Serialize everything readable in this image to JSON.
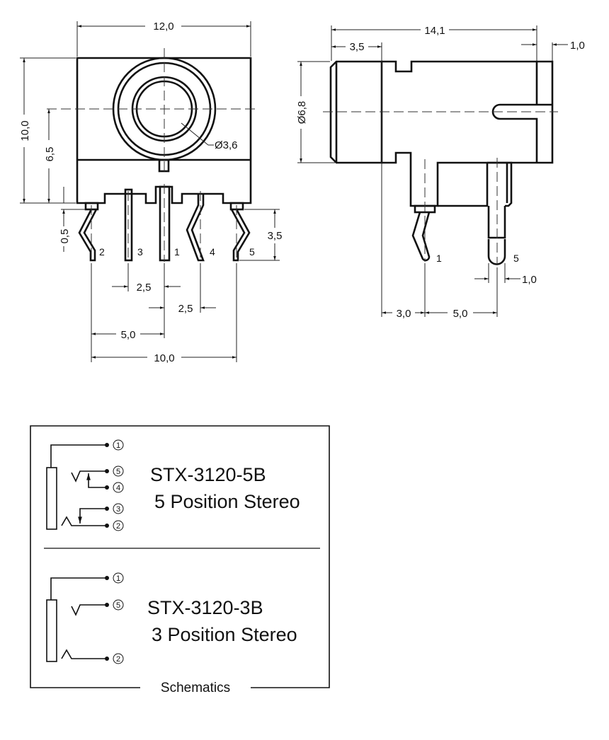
{
  "front_view": {
    "dims": {
      "width": "12,0",
      "height": "10,0",
      "center_height": "6,5",
      "standoff": "0,5",
      "pin_length": "3,5",
      "diameter": "Ø3,6",
      "pitch_a": "2,5",
      "pitch_b": "2,5",
      "span_half": "5,0",
      "span_full": "10,0"
    },
    "pin_labels": [
      "2",
      "3",
      "1",
      "4",
      "5"
    ]
  },
  "side_view": {
    "dims": {
      "length": "14,1",
      "nose": "3,5",
      "rear": "1,0",
      "diameter": "Ø6,8",
      "pin_width": "1,0",
      "offset_a": "3,0",
      "offset_b": "5,0"
    },
    "pin_labels": [
      "1",
      "5"
    ]
  },
  "schematics": {
    "caption": "Schematics",
    "models": [
      {
        "part": "STX-3120-5B",
        "description": "5 Position Stereo",
        "terminals": [
          "1",
          "5",
          "4",
          "3",
          "2"
        ]
      },
      {
        "part": "STX-3120-3B",
        "description": "3 Position Stereo",
        "terminals": [
          "1",
          "5",
          "2"
        ]
      }
    ]
  }
}
